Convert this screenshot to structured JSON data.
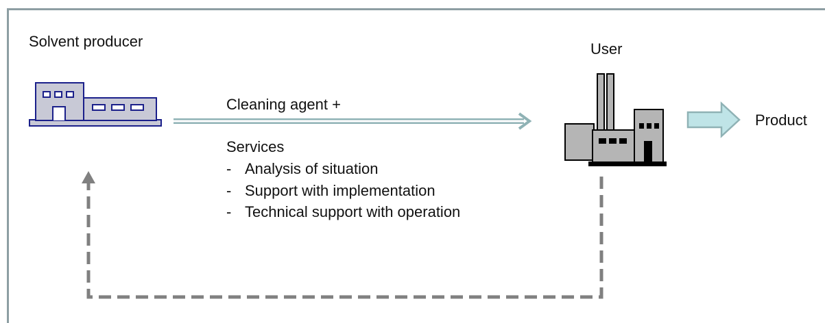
{
  "diagram": {
    "producer_label": "Solvent producer",
    "user_label": "User",
    "product_label": "Product",
    "flow_label": "Cleaning agent +",
    "services_title": "Services",
    "services": [
      "Analysis of situation",
      "Support with implementation",
      "Technical support with operation"
    ],
    "list_marker": "-",
    "colors": {
      "frame": "#8d9ea3",
      "producer_building_fill": "#c8c9d6",
      "producer_building_stroke": "#1a1f8a",
      "factory_fill": "#b5b5b5",
      "factory_stroke": "#000000",
      "flow_arrow": "#8fb2b5",
      "product_arrow_fill": "#bfe4e7",
      "feedback_dashed": "#808080"
    }
  }
}
